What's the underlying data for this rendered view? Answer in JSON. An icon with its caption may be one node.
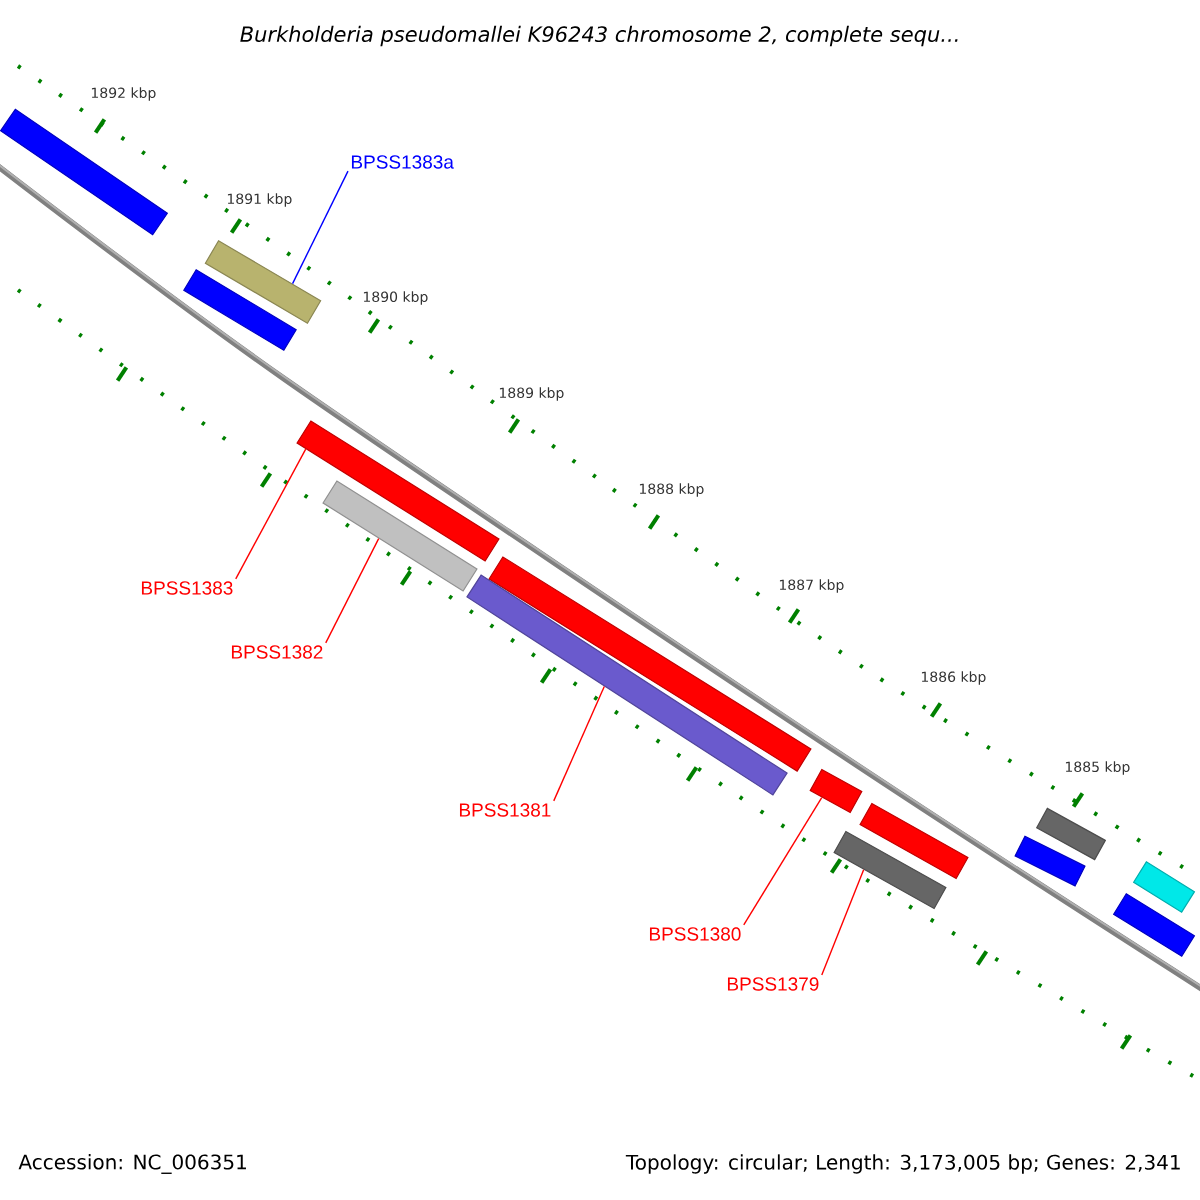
{
  "diagram": {
    "title": "*Burkholderia pseudomallei* K96243 chromosome 2, complete sequ...",
    "nodes": [
      {
        "text": [
          "BPSS1383a"
        ]
      },
      {
        "text": [],
        "shape": "bar"
      },
      {
        "text": [],
        "shape": "bar"
      },
      {
        "text": [],
        "shape": "bar"
      },
      {
        "text": [
          "BPSS1383"
        ]
      },
      {
        "text": [],
        "shape": "bar"
      },
      {
        "text": [
          "BPSS1382"
        ]
      },
      {
        "text": [],
        "shape": "bar"
      },
      {
        "text": [],
        "shape": "bar"
      },
      {
        "text": [
          "BPSS1381"
        ]
      },
      {
        "text": [],
        "shape": "bar"
      },
      {
        "text": [
          "BPSS1380"
        ]
      },
      {
        "text": [],
        "shape": "bar"
      },
      {
        "text": [],
        "shape": "bar"
      },
      {
        "text": [
          "BPSS1379"
        ]
      },
      {
        "text": [],
        "shape": "bar"
      },
      {
        "text": [],
        "shape": "bar"
      },
      {
        "text": [],
        "shape": "bar"
      },
      {
        "text": [],
        "shape": "bar"
      },
      {
        "text": [],
        "shape": "bar"
      }
    ],
    "edges": [
      {
        "from": 0,
        "to": 2,
        "arrow": "none",
        "color": "#0000ff"
      },
      {
        "from": 4,
        "to": 5,
        "arrow": "none"
      },
      {
        "from": 6,
        "to": 7,
        "arrow": "none"
      },
      {
        "from": 9,
        "to": 10,
        "arrow": "none"
      },
      {
        "from": 11,
        "to": 12,
        "arrow": "none"
      },
      {
        "from": 14,
        "to": 15,
        "arrow": "none"
      }
    ],
    "labels": [
      "1892 kbp",
      "1891 kbp",
      "1890 kbp",
      "1889 kbp",
      "1888 kbp",
      "1887 kbp",
      "1886 kbp",
      "1885 kbp",
      "Accession: NC_006351",
      "Topology: circular; Length: 3,173,005 bp; Genes: 2,341"
    ]
  }
}
